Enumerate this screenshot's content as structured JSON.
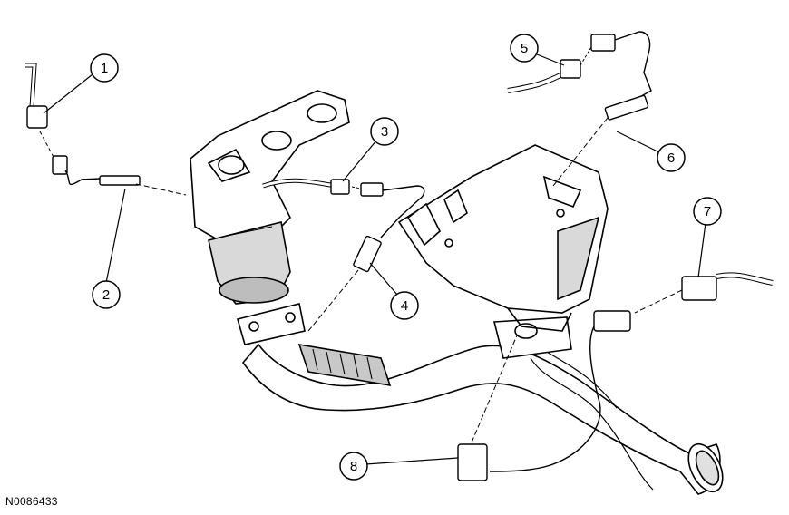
{
  "figure_id": "N0086433",
  "callouts": [
    {
      "label": "1",
      "part": "upstream-sensor-connector-bank1"
    },
    {
      "label": "2",
      "part": "upstream-oxygen-sensor-bank1"
    },
    {
      "label": "3",
      "part": "downstream-sensor-connector-bank1"
    },
    {
      "label": "4",
      "part": "downstream-oxygen-sensor-bank1"
    },
    {
      "label": "5",
      "part": "upstream-sensor-connector-bank2"
    },
    {
      "label": "6",
      "part": "upstream-oxygen-sensor-bank2"
    },
    {
      "label": "7",
      "part": "downstream-sensor-connector-bank2"
    },
    {
      "label": "8",
      "part": "downstream-oxygen-sensor-bank2"
    }
  ],
  "colors": {
    "line": "#000000",
    "fill": "#ffffff",
    "shade": "#d9d9d9",
    "dark_shade": "#8c8c8c"
  }
}
